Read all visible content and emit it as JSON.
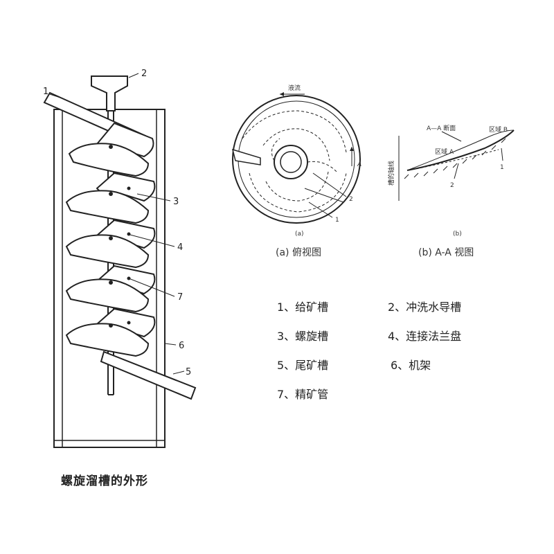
{
  "left": {
    "title": "螺旋溜槽的外形",
    "callouts": [
      "1",
      "2",
      "3",
      "4",
      "7",
      "6",
      "5"
    ]
  },
  "top_view": {
    "flow_label": "液流",
    "axis_label": "A",
    "callouts": [
      "2",
      "1"
    ],
    "sub_letter": "(a)",
    "caption": "(a) 俯视图"
  },
  "section_view": {
    "section_label": "A—A 断面",
    "zone_b": "区域 B",
    "zone_a": "区域 A",
    "axis_label": "槽的轴线",
    "callouts": [
      "1",
      "2"
    ],
    "sub_letter": "(b)",
    "caption": "(b) A-A 视图"
  },
  "legend": {
    "items": [
      "1、给矿槽",
      "2、冲洗水导槽",
      "3、螺旋槽",
      "4、连接法兰盘",
      "5、尾矿槽",
      "6、机架",
      "7、精矿管"
    ]
  }
}
